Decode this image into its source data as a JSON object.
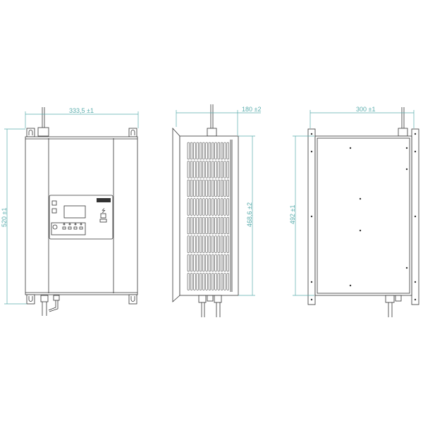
{
  "dimensions": {
    "front_width": "333,5 ±1",
    "front_height": "520 ±1",
    "side_depth": "180 ±2",
    "side_height": "468,6 ±2",
    "back_width": "300 ±1",
    "back_height": "492 ±1"
  },
  "colors": {
    "dimension": "#5aadad",
    "outline": "#333333"
  }
}
